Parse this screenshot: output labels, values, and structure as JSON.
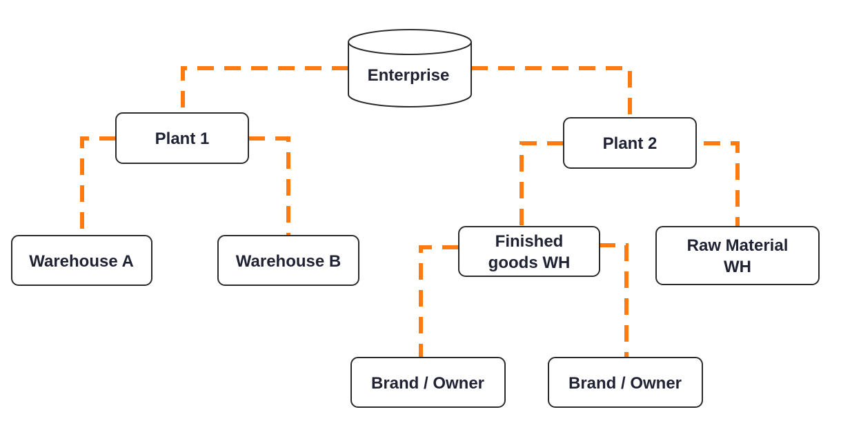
{
  "colors": {
    "connector": "#ff7a10",
    "node_border": "#2a2a2a",
    "node_text": "#1f2233",
    "background": "#ffffff"
  },
  "nodes": {
    "enterprise": {
      "label": "Enterprise",
      "shape": "cylinder-icon"
    },
    "plant_1": {
      "label": "Plant 1"
    },
    "plant_2": {
      "label": "Plant 2"
    },
    "warehouse_a": {
      "label": "Warehouse A"
    },
    "warehouse_b": {
      "label": "Warehouse B"
    },
    "finished_goods_wh": {
      "label_line1": "Finished",
      "label_line2": "goods WH"
    },
    "raw_material_wh": {
      "label_line1": "Raw Material",
      "label_line2": "WH"
    },
    "brand_owner_1": {
      "label": "Brand / Owner"
    },
    "brand_owner_2": {
      "label": "Brand / Owner"
    }
  },
  "connections": [
    {
      "from": "Enterprise",
      "to": "Plant 1"
    },
    {
      "from": "Enterprise",
      "to": "Plant 2"
    },
    {
      "from": "Plant 1",
      "to": "Warehouse A"
    },
    {
      "from": "Plant 1",
      "to": "Warehouse B"
    },
    {
      "from": "Plant 2",
      "to": "Finished goods WH"
    },
    {
      "from": "Plant 2",
      "to": "Raw Material WH"
    },
    {
      "from": "Finished goods WH",
      "to": "Brand / Owner"
    },
    {
      "from": "Finished goods WH",
      "to": "Brand / Owner"
    }
  ]
}
